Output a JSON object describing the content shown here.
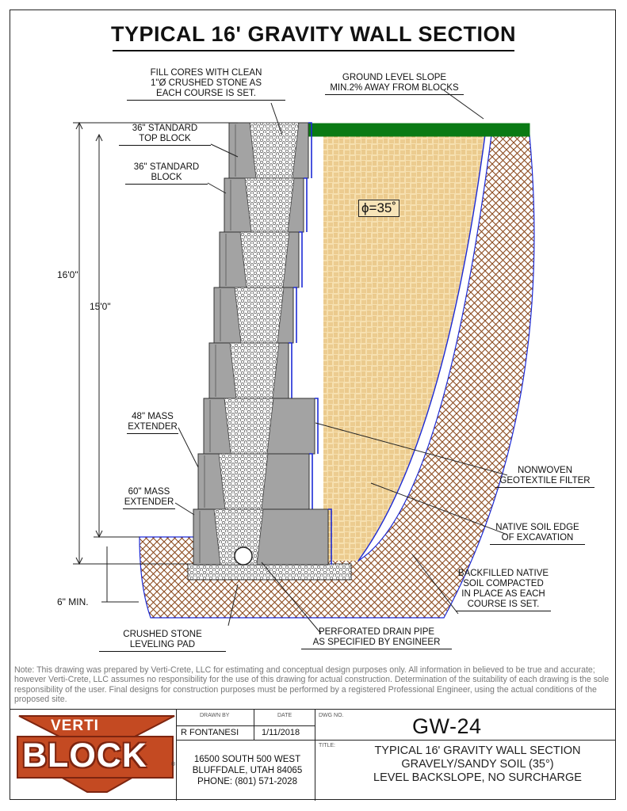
{
  "title": "TYPICAL 16' GRAVITY WALL SECTION",
  "labels": {
    "fill_cores": [
      "FILL CORES WITH CLEAN",
      "1\"Ø CRUSHED STONE AS",
      "EACH COURSE IS SET."
    ],
    "ground_slope": [
      "GROUND LEVEL SLOPE",
      "MIN.2% AWAY FROM BLOCKS"
    ],
    "top_block": [
      "36\" STANDARD",
      "TOP BLOCK"
    ],
    "standard_block": [
      "36\" STANDARD",
      "BLOCK"
    ],
    "mass_48": [
      "48\" MASS",
      "EXTENDER"
    ],
    "mass_60": [
      "60\" MASS",
      "EXTENDER"
    ],
    "geotextile": [
      "NONWOVEN",
      "GEOTEXTILE FILTER"
    ],
    "native_edge": [
      "NATIVE SOIL EDGE",
      "OF EXCAVATION"
    ],
    "backfilled": [
      "BACKFILLED NATIVE",
      "SOIL COMPACTED",
      "IN PLACE AS EACH",
      "COURSE IS SET."
    ],
    "leveling_pad": [
      "CRUSHED STONE",
      "LEVELING PAD"
    ],
    "drain_pipe": [
      "PERFORATED DRAIN PIPE",
      "AS SPECIFIED BY ENGINEER"
    ],
    "phi": "ϕ=35˚"
  },
  "dimensions": {
    "total_height": "16'0\"",
    "exposed_height": "15'0\"",
    "min_depth": "6\" MIN."
  },
  "note": "Note: This drawing was prepared by Verti-Crete, LLC for estimating and conceptual design purposes only.  All information in believed to be true and accurate; however Verti-Crete, LLC assumes no responsibility for the use of this drawing for actual construction.  Determination of the suitability of each drawing is the sole responsibility of the user.  Final designs for construction purposes must be performed by a registered Professional Engineer, using the actual conditions of the proposed site.",
  "title_block": {
    "logo_top": "VERTI",
    "logo_main": "BLOCK",
    "logo_reg": "®",
    "drawn_by_label": "DRAWN BY",
    "drawn_by": "R FONTANESI",
    "date_label": "DATE",
    "date": "1/11/2018",
    "dwg_no_label": "DWG NO.",
    "dwg_no": "GW-24",
    "title_label": "TITLE:",
    "title_lines": [
      "TYPICAL 16' GRAVITY WALL SECTION",
      "GRAVELY/SANDY SOIL (35°)",
      "LEVEL BACKSLOPE, NO SURCHARGE"
    ],
    "address_lines": [
      "16500 SOUTH 500 WEST",
      "BLUFFDALE, UTAH 84065",
      "PHONE: (801) 571-2028"
    ]
  },
  "colors": {
    "grass": "#0a7a14",
    "backfill": "#f6e0b0",
    "native_soil": "#8b4a1e",
    "block": "#9a9a9a",
    "gravel": "#555555",
    "geotextile": "#1d2bd6",
    "logo": "#c44a22"
  }
}
